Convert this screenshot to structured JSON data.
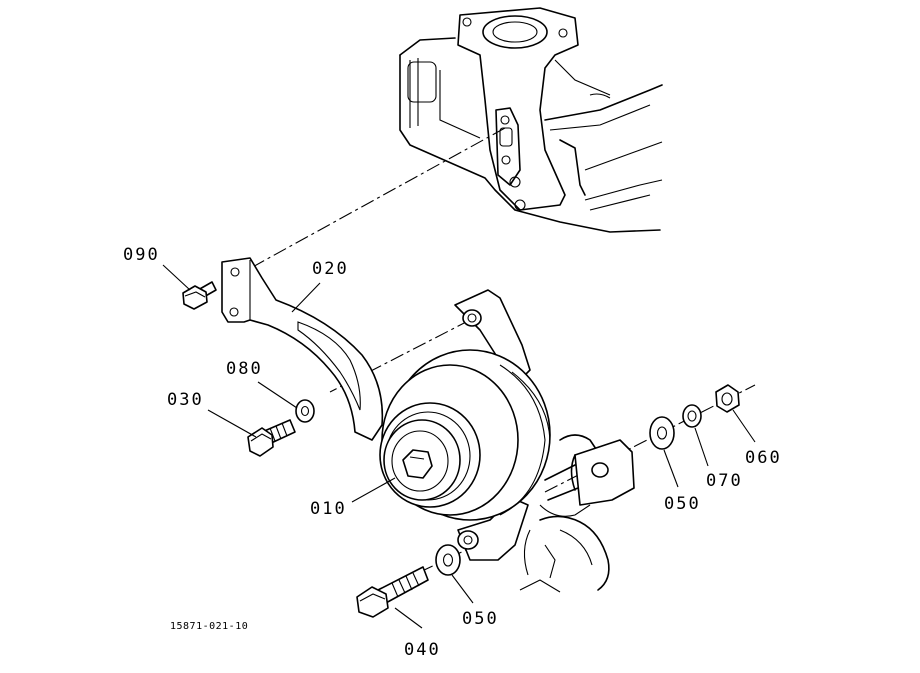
{
  "diagram": {
    "ref_code": "15871-021-10",
    "parts": [
      {
        "id": "010",
        "label": "010"
      },
      {
        "id": "020",
        "label": "020"
      },
      {
        "id": "030",
        "label": "030"
      },
      {
        "id": "040",
        "label": "040"
      },
      {
        "id": "050a",
        "label": "050"
      },
      {
        "id": "050b",
        "label": "050"
      },
      {
        "id": "060",
        "label": "060"
      },
      {
        "id": "070",
        "label": "070"
      },
      {
        "id": "080",
        "label": "080"
      },
      {
        "id": "090",
        "label": "090"
      }
    ]
  }
}
